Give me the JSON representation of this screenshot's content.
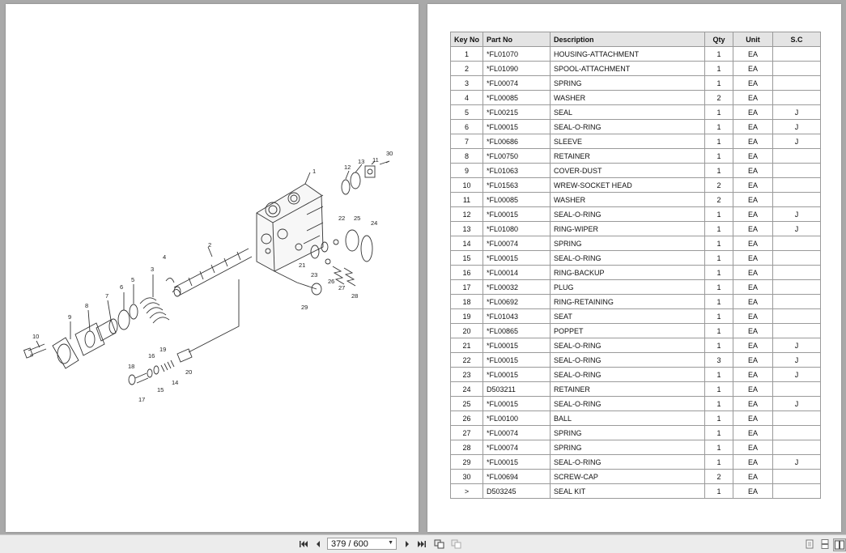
{
  "diagram": {
    "callouts": [
      "1",
      "2",
      "3",
      "4",
      "5",
      "6",
      "7",
      "8",
      "9",
      "10",
      "11",
      "12",
      "13",
      "14",
      "15",
      "16",
      "17",
      "18",
      "19",
      "20",
      "21",
      "22",
      "23",
      "24",
      "25",
      "26",
      "27",
      "28",
      "29",
      "30"
    ]
  },
  "table": {
    "headers": [
      "Key No",
      "Part No",
      "Description",
      "Qty",
      "Unit",
      "S.C"
    ],
    "rows": [
      [
        "1",
        "*FL01070",
        "HOUSING-ATTACHMENT",
        "1",
        "EA",
        ""
      ],
      [
        "2",
        "*FL01090",
        "SPOOL-ATTACHMENT",
        "1",
        "EA",
        ""
      ],
      [
        "3",
        "*FL00074",
        "SPRING",
        "1",
        "EA",
        ""
      ],
      [
        "4",
        "*FL00085",
        "WASHER",
        "2",
        "EA",
        ""
      ],
      [
        "5",
        "*FL00215",
        "SEAL",
        "1",
        "EA",
        "J"
      ],
      [
        "6",
        "*FL00015",
        "SEAL-O-RING",
        "1",
        "EA",
        "J"
      ],
      [
        "7",
        "*FL00686",
        "SLEEVE",
        "1",
        "EA",
        "J"
      ],
      [
        "8",
        "*FL00750",
        "RETAINER",
        "1",
        "EA",
        ""
      ],
      [
        "9",
        "*FL01063",
        "COVER-DUST",
        "1",
        "EA",
        ""
      ],
      [
        "10",
        "*FL01563",
        "WREW-SOCKET HEAD",
        "2",
        "EA",
        ""
      ],
      [
        "11",
        "*FL00085",
        "WASHER",
        "2",
        "EA",
        ""
      ],
      [
        "12",
        "*FL00015",
        "SEAL-O-RING",
        "1",
        "EA",
        "J"
      ],
      [
        "13",
        "*FL01080",
        "RING-WIPER",
        "1",
        "EA",
        "J"
      ],
      [
        "14",
        "*FL00074",
        "SPRING",
        "1",
        "EA",
        ""
      ],
      [
        "15",
        "*FL00015",
        "SEAL-O-RING",
        "1",
        "EA",
        ""
      ],
      [
        "16",
        "*FL00014",
        "RING-BACKUP",
        "1",
        "EA",
        ""
      ],
      [
        "17",
        "*FL00032",
        "PLUG",
        "1",
        "EA",
        ""
      ],
      [
        "18",
        "*FL00692",
        "RING-RETAINING",
        "1",
        "EA",
        ""
      ],
      [
        "19",
        "*FL01043",
        "SEAT",
        "1",
        "EA",
        ""
      ],
      [
        "20",
        "*FL00865",
        "POPPET",
        "1",
        "EA",
        ""
      ],
      [
        "21",
        "*FL00015",
        "SEAL-O-RING",
        "1",
        "EA",
        "J"
      ],
      [
        "22",
        "*FL00015",
        "SEAL-O-RING",
        "3",
        "EA",
        "J"
      ],
      [
        "23",
        "*FL00015",
        "SEAL-O-RING",
        "1",
        "EA",
        "J"
      ],
      [
        "24",
        "D503211",
        "RETAINER",
        "1",
        "EA",
        ""
      ],
      [
        "25",
        "*FL00015",
        "SEAL-O-RING",
        "1",
        "EA",
        "J"
      ],
      [
        "26",
        "*FL00100",
        "BALL",
        "1",
        "EA",
        ""
      ],
      [
        "27",
        "*FL00074",
        "SPRING",
        "1",
        "EA",
        ""
      ],
      [
        "28",
        "*FL00074",
        "SPRING",
        "1",
        "EA",
        ""
      ],
      [
        "29",
        "*FL00015",
        "SEAL-O-RING",
        "1",
        "EA",
        "J"
      ],
      [
        "30",
        "*FL00694",
        "SCREW-CAP",
        "2",
        "EA",
        ""
      ],
      [
        ">",
        "D503245",
        "SEAL KIT",
        "1",
        "EA",
        ""
      ]
    ]
  },
  "toolbar": {
    "page_indicator": "379 / 600",
    "icons": [
      "first-page-icon",
      "prev-page-icon",
      "next-page-icon",
      "last-page-icon",
      "copy-pages-icon",
      "paste-pages-icon",
      "single-page-view-icon",
      "continuous-view-icon",
      "two-page-view-icon"
    ]
  }
}
